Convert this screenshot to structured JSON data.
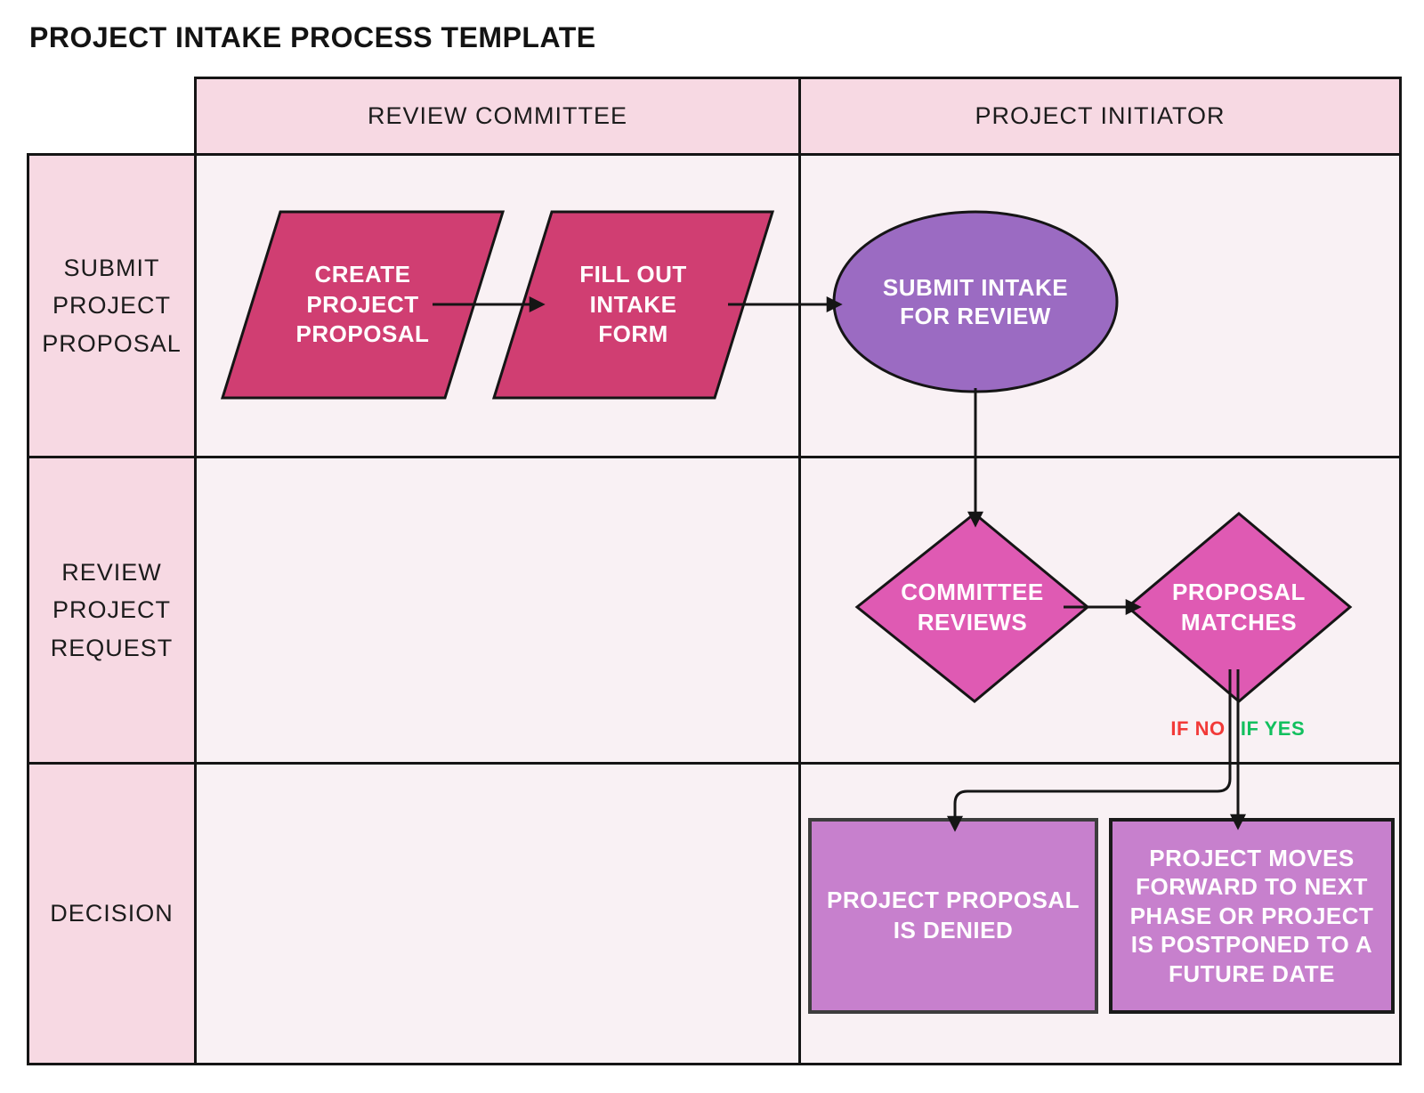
{
  "title": "PROJECT INTAKE PROCESS TEMPLATE",
  "lanes": {
    "columns": [
      {
        "label": "REVIEW COMMITTEE"
      },
      {
        "label": "PROJECT INITIATOR"
      }
    ],
    "rows": [
      {
        "label": "SUBMIT\nPROJECT\nPROPOSAL"
      },
      {
        "label": "REVIEW\nPROJECT\nREQUEST"
      },
      {
        "label": "DECISION"
      }
    ]
  },
  "nodes": {
    "create_proposal": {
      "label": "CREATE\nPROJECT\nPROPOSAL"
    },
    "fill_intake_form": {
      "label": "FILL OUT\nINTAKE\nFORM"
    },
    "submit_intake": {
      "label": "SUBMIT INTAKE\nFOR REVIEW"
    },
    "committee_reviews": {
      "label": "COMMITTEE\nREVIEWS"
    },
    "proposal_matches": {
      "label": "PROPOSAL\nMATCHES"
    },
    "proposal_denied": {
      "label": "PROJECT PROPOSAL\nIS DENIED"
    },
    "moves_forward": {
      "label": "PROJECT MOVES\nFORWARD TO NEXT\nPHASE OR PROJECT\nIS POSTPONED TO A\nFUTURE DATE"
    }
  },
  "branch_labels": {
    "no": "IF NO",
    "yes": "IF YES"
  },
  "colors": {
    "process_fill": "#d03e72",
    "terminator_fill": "#9b6bc2",
    "decision_fill": "#df5ab3",
    "result_fill": "#c780cd",
    "lane_header_fill": "#f7d9e3",
    "lane_body_fill": "#f9f1f4",
    "connector": "#151515",
    "if_no": "#f23a38",
    "if_yes": "#12c05e"
  }
}
